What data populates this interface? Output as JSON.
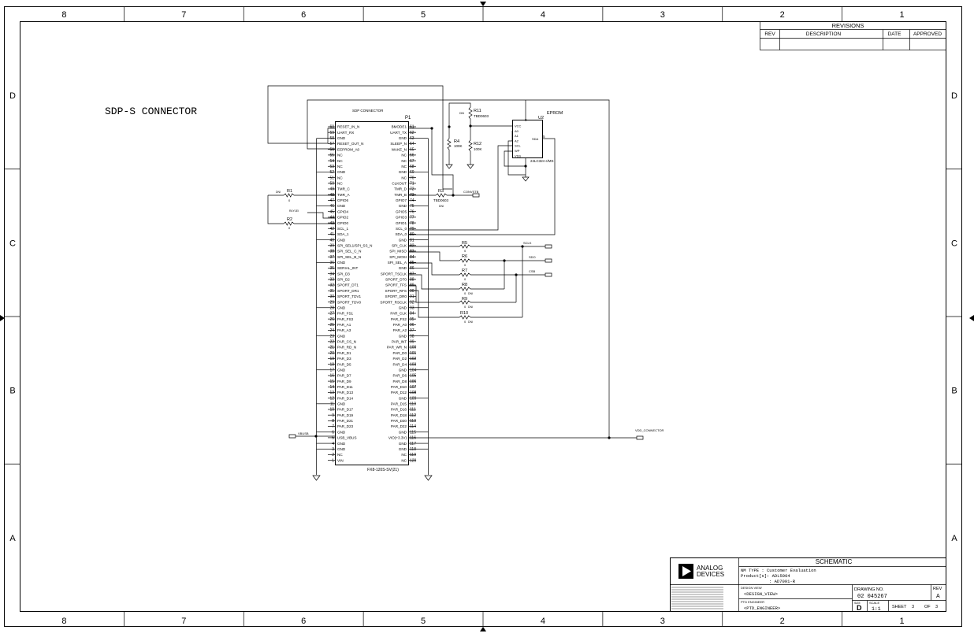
{
  "border": {
    "columns": [
      "8",
      "7",
      "6",
      "5",
      "4",
      "3",
      "2",
      "1"
    ],
    "rows": [
      "D",
      "C",
      "B",
      "A"
    ]
  },
  "revisions": {
    "title": "REVISIONS",
    "headers": [
      "REV",
      "DESCRIPTION",
      "DATE",
      "APPROVED"
    ]
  },
  "sheet_title": "SDP-S CONNECTOR",
  "connector": {
    "header_label": "SDP CONNECTOR",
    "ref": "P1",
    "part": "FX8-120S-SV(21)",
    "left_pins": [
      {
        "num": "60",
        "name": "RESET_IN_N"
      },
      {
        "num": "59",
        "name": "UART_RX"
      },
      {
        "num": "58",
        "name": "GND"
      },
      {
        "num": "57",
        "name": "RESET_OUT_N"
      },
      {
        "num": "56",
        "name": "EEPROM_A0"
      },
      {
        "num": "55",
        "name": "NC"
      },
      {
        "num": "54",
        "name": "NC"
      },
      {
        "num": "53",
        "name": "NC"
      },
      {
        "num": "52",
        "name": "GND"
      },
      {
        "num": "51",
        "name": "NC"
      },
      {
        "num": "50",
        "name": "NC"
      },
      {
        "num": "49",
        "name": "TMR_C"
      },
      {
        "num": "48",
        "name": "TMR_A"
      },
      {
        "num": "47",
        "name": "GPIO6"
      },
      {
        "num": "46",
        "name": "GND"
      },
      {
        "num": "45",
        "name": "GPIO4"
      },
      {
        "num": "44",
        "name": "GPIO2"
      },
      {
        "num": "43",
        "name": "GPIO0"
      },
      {
        "num": "42",
        "name": "SCL_1"
      },
      {
        "num": "41",
        "name": "SDA_1"
      },
      {
        "num": "40",
        "name": "GND"
      },
      {
        "num": "39",
        "name": "SPI_SEL1/SPI_SS_N"
      },
      {
        "num": "38",
        "name": "SPI_SEL_C_N"
      },
      {
        "num": "37",
        "name": "SPI_SEL_B_N"
      },
      {
        "num": "36",
        "name": "GND"
      },
      {
        "num": "35",
        "name": "SERIAL_INT"
      },
      {
        "num": "34",
        "name": "SPI_D3"
      },
      {
        "num": "33",
        "name": "SPI_D2"
      },
      {
        "num": "32",
        "name": "SPORT_DT1"
      },
      {
        "num": "31",
        "name": "SPORT_DR1"
      },
      {
        "num": "30",
        "name": "SPORT_TDV1"
      },
      {
        "num": "29",
        "name": "SPORT_TDV0"
      },
      {
        "num": "28",
        "name": "GND"
      },
      {
        "num": "27",
        "name": "PAR_FS1"
      },
      {
        "num": "26",
        "name": "PAR_FS3"
      },
      {
        "num": "25",
        "name": "PAR_A1"
      },
      {
        "num": "24",
        "name": "PAR_A3"
      },
      {
        "num": "23",
        "name": "GND"
      },
      {
        "num": "22",
        "name": "PAR_CS_N"
      },
      {
        "num": "21",
        "name": "PAR_RD_N"
      },
      {
        "num": "20",
        "name": "PAR_D1"
      },
      {
        "num": "19",
        "name": "PAR_D3"
      },
      {
        "num": "18",
        "name": "PAR_D5"
      },
      {
        "num": "17",
        "name": "GND"
      },
      {
        "num": "16",
        "name": "PAR_D7"
      },
      {
        "num": "15",
        "name": "PAR_D9"
      },
      {
        "num": "14",
        "name": "PAR_D11"
      },
      {
        "num": "13",
        "name": "PAR_D13"
      },
      {
        "num": "12",
        "name": "PAR_D14"
      },
      {
        "num": "11",
        "name": "GND"
      },
      {
        "num": "10",
        "name": "PAR_D17"
      },
      {
        "num": "9",
        "name": "PAR_D19"
      },
      {
        "num": "8",
        "name": "PAR_D21"
      },
      {
        "num": "7",
        "name": "PAR_D23"
      },
      {
        "num": "6",
        "name": "GND"
      },
      {
        "num": "5",
        "name": "USB_VBUS"
      },
      {
        "num": "4",
        "name": "GND"
      },
      {
        "num": "3",
        "name": "GND"
      },
      {
        "num": "2",
        "name": "NC"
      },
      {
        "num": "1",
        "name": "VIN"
      }
    ],
    "right_pins": [
      {
        "num": "61",
        "name": "BMODE1"
      },
      {
        "num": "62",
        "name": "UART_TX"
      },
      {
        "num": "63",
        "name": "GND"
      },
      {
        "num": "64",
        "name": "SLEEP_N"
      },
      {
        "num": "65",
        "name": "WAKE_N"
      },
      {
        "num": "66",
        "name": "NC"
      },
      {
        "num": "67",
        "name": "NC"
      },
      {
        "num": "68",
        "name": "NC"
      },
      {
        "num": "69",
        "name": "GND"
      },
      {
        "num": "70",
        "name": "NC"
      },
      {
        "num": "71",
        "name": "CLKOUT"
      },
      {
        "num": "72",
        "name": "TMR_D"
      },
      {
        "num": "73",
        "name": "TMR_B"
      },
      {
        "num": "74",
        "name": "GPIO7"
      },
      {
        "num": "75",
        "name": "GND"
      },
      {
        "num": "76",
        "name": "GPIO5"
      },
      {
        "num": "77",
        "name": "GPIO3"
      },
      {
        "num": "78",
        "name": "GPIO1"
      },
      {
        "num": "79",
        "name": "SCL_0"
      },
      {
        "num": "80",
        "name": "SDA_0"
      },
      {
        "num": "81",
        "name": "GND"
      },
      {
        "num": "82",
        "name": "SPI_CLK"
      },
      {
        "num": "83",
        "name": "SPI_MISO"
      },
      {
        "num": "84",
        "name": "SPI_MOSI"
      },
      {
        "num": "85",
        "name": "SPI_SEL_A"
      },
      {
        "num": "86",
        "name": "GND"
      },
      {
        "num": "87",
        "name": "SPORT_TSCLK"
      },
      {
        "num": "88",
        "name": "SPORT_DT0"
      },
      {
        "num": "89",
        "name": "SPORT_TFS"
      },
      {
        "num": "90",
        "name": "SPORT_RFS"
      },
      {
        "num": "91",
        "name": "SPORT_DR0"
      },
      {
        "num": "92",
        "name": "SPORT_RSCLK"
      },
      {
        "num": "93",
        "name": "GND"
      },
      {
        "num": "94",
        "name": "PAR_CLK"
      },
      {
        "num": "95",
        "name": "PAR_FS2"
      },
      {
        "num": "96",
        "name": "PAR_A0"
      },
      {
        "num": "97",
        "name": "PAR_A2"
      },
      {
        "num": "98",
        "name": "GND"
      },
      {
        "num": "99",
        "name": "PAR_INT"
      },
      {
        "num": "100",
        "name": "PAR_WR_N"
      },
      {
        "num": "101",
        "name": "PAR_D0"
      },
      {
        "num": "102",
        "name": "PAR_D2"
      },
      {
        "num": "103",
        "name": "PAR_D4"
      },
      {
        "num": "104",
        "name": "GND"
      },
      {
        "num": "105",
        "name": "PAR_D6"
      },
      {
        "num": "106",
        "name": "PAR_D8"
      },
      {
        "num": "107",
        "name": "PAR_D10"
      },
      {
        "num": "108",
        "name": "PAR_D12"
      },
      {
        "num": "109",
        "name": "GND"
      },
      {
        "num": "110",
        "name": "PAR_D15"
      },
      {
        "num": "111",
        "name": "PAR_D16"
      },
      {
        "num": "112",
        "name": "PAR_D18"
      },
      {
        "num": "113",
        "name": "PAR_D20"
      },
      {
        "num": "114",
        "name": "PAR_D22"
      },
      {
        "num": "115",
        "name": "GND"
      },
      {
        "num": "116",
        "name": "VIO(+3.3V)"
      },
      {
        "num": "117",
        "name": "GND"
      },
      {
        "num": "118",
        "name": "GND"
      },
      {
        "num": "119",
        "name": "NC"
      },
      {
        "num": "120",
        "name": "NC"
      }
    ]
  },
  "eeprom": {
    "title": "EPROM",
    "ref": "U2",
    "part": "24LC32A-I/MS",
    "pins_left": [
      "VCC",
      "A0",
      "A1",
      "A2",
      "SCL",
      "WP",
      "VSS"
    ],
    "pin_sda": "SDA",
    "pin_num_vcc": "8",
    "pin_num_sda": "5"
  },
  "resistors": {
    "r1": {
      "ref": "R1",
      "value": "0",
      "note": "DNI"
    },
    "r2": {
      "ref": "R2",
      "value": "0",
      "note": "R4Y1EI"
    },
    "r3": {
      "ref": "R3",
      "value": "TBD0603",
      "note": "DNI"
    },
    "r4": {
      "ref": "R4",
      "value": "100K"
    },
    "r5": {
      "ref": "R5",
      "value": "0"
    },
    "r6": {
      "ref": "R6",
      "value": "0"
    },
    "r7": {
      "ref": "R7",
      "value": "0"
    },
    "r8": {
      "ref": "R8",
      "value": "0",
      "note": "DNI"
    },
    "r9": {
      "ref": "R9",
      "value": "0",
      "note": "DNI"
    },
    "r10": {
      "ref": "R10",
      "value": "0",
      "note": "DNI"
    },
    "r11": {
      "ref": "R11",
      "value": "TBD0603",
      "note": "DNI"
    },
    "r12": {
      "ref": "R12",
      "value": "100K"
    }
  },
  "nets": {
    "convst": "CONVSTB",
    "sclk": "SCLK",
    "sdo": "SDO",
    "csb": "CSB",
    "vdd": "VDD_CONNECTOR",
    "vbus": "VBUSB"
  },
  "title_block": {
    "schematic": "SCHEMATIC",
    "logo_line1": "ANALOG",
    "logo_line2": "DEVICES",
    "nm_type": "NM TYPE   : Customer Evaluation",
    "product": "Product[s]: ADL5904",
    "product2": ": AD7091-R",
    "design_view_label": "DESIGN VIEW",
    "design_view": "<DESIGN_VIEW>",
    "engineer_label": "PTD ENGINEER",
    "engineer": "<PTD_ENGINEER>",
    "drawing_no_label": "DRAWING NO.",
    "drawing_no": "02 045267",
    "rev_label": "REV",
    "rev": "A",
    "size_label": "SIZE",
    "size": "D",
    "scale_label": "SCALE",
    "scale": "1:1",
    "sheet_label": "SHEET",
    "sheet_num": "3",
    "of_label": "OF",
    "sheet_total": "3"
  }
}
